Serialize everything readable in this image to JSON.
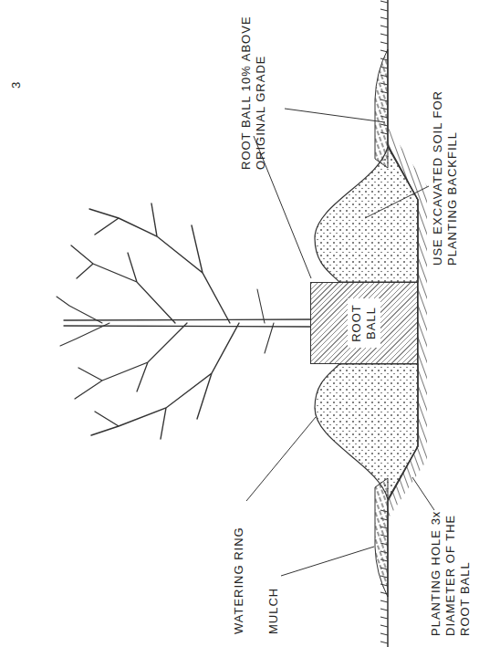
{
  "diagram": {
    "nodes": [
      {
        "text": [
          "ROOT BALL"
        ]
      }
    ],
    "labels": [
      "3",
      "ROOT BALL 10% ABOVE ORIGINAL GRADE",
      "USE EXCAVATED SOIL FOR PLANTING BACKFILL",
      "WATERING RING",
      "MULCH",
      "PLANTING HOLE 3x DIAMETER OF THE ROOT BALL"
    ]
  }
}
